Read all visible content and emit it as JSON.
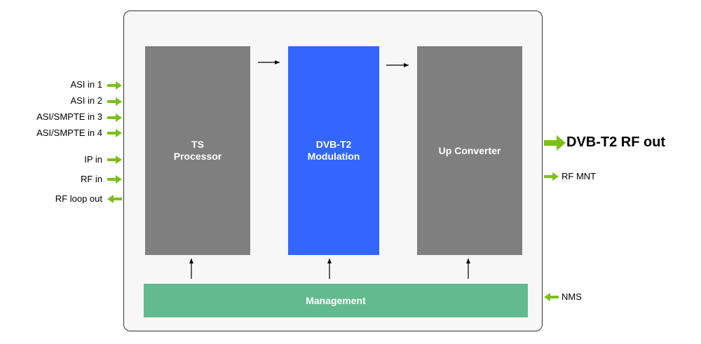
{
  "colors": {
    "processor_gray": "#7f7f7f",
    "modulation_blue": "#3366ff",
    "management_green": "#63ba8e",
    "arrow_green": "#7dbf1a",
    "frame_bg": "#f7f7f7"
  },
  "blocks": {
    "ts_processor": "TS\nProcessor",
    "modulation": "DVB-T2\nModulation",
    "up_converter": "Up Converter",
    "management": "Management"
  },
  "inputs": [
    "ASI in 1",
    "ASI in 2",
    "ASI/SMPTE in 3",
    "ASI/SMPTE in 4",
    "IP in",
    "RF in"
  ],
  "loop_out": "RF loop out",
  "outputs": {
    "main": "DVB-T2 RF out",
    "monitor": "RF MNT",
    "nms": "NMS"
  }
}
